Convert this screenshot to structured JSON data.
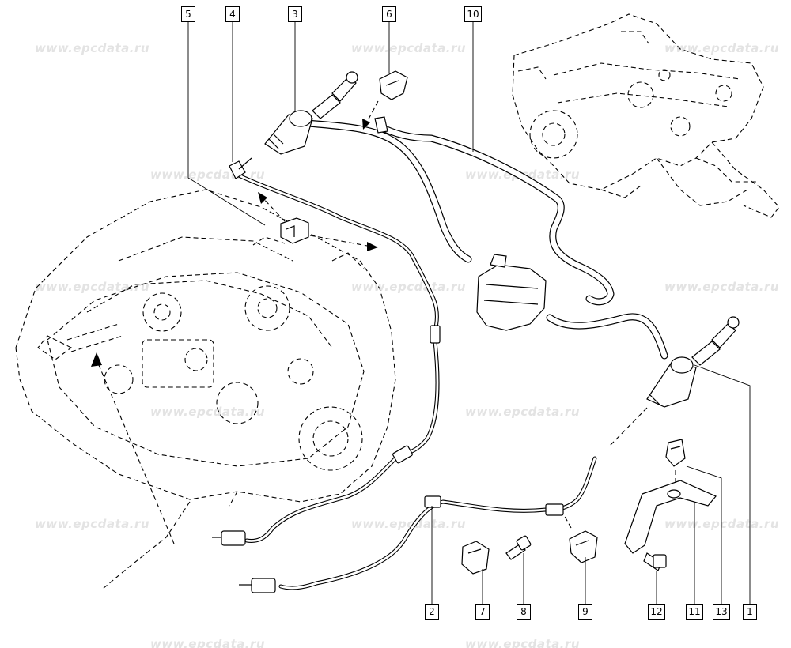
{
  "watermark": "www.epcdata.ru",
  "callouts": {
    "c1": "1",
    "c2": "2",
    "c3": "3",
    "c4": "4",
    "c5": "5",
    "c6": "6",
    "c7": "7",
    "c8": "8",
    "c9": "9",
    "c10": "10",
    "c11": "11",
    "c12": "12",
    "c13": "13"
  }
}
